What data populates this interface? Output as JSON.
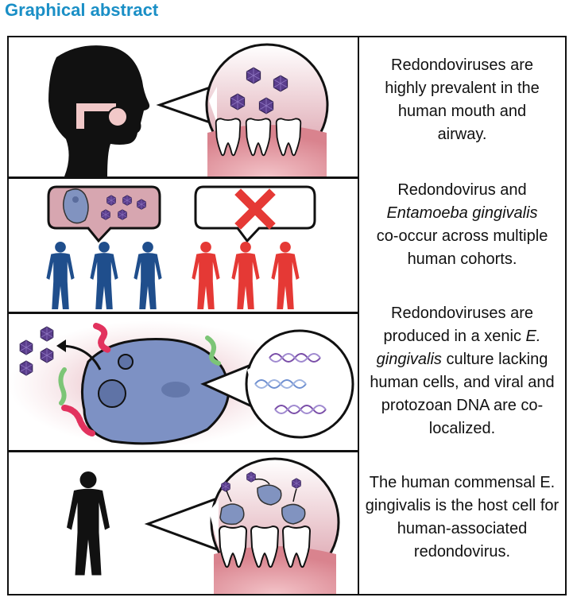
{
  "title": "Graphical abstract",
  "colors": {
    "title_blue": "#1a8fc6",
    "virus_purple": "#5a3d8c",
    "gum_pink": "#e8a0a8",
    "amoeba_blue": "#6f86b8",
    "cohort_blue": "#1f4e8c",
    "cohort_red": "#e53935",
    "bacteria_pink": "#e2325e",
    "bacteria_green": "#7cc576"
  },
  "panels": [
    {
      "text": "Redondoviruses are highly prevalent in the human mouth and airway."
    },
    {
      "text_parts": [
        "Redondovirus and ",
        "Entamoeba gingivalis",
        " co-occur across multiple human cohorts."
      ]
    },
    {
      "text_parts": [
        "Redondoviruses are produced in a xenic ",
        "E. gingivalis",
        " culture lacking human cells, and viral and protozoan DNA are co-localized."
      ]
    },
    {
      "text": "The human commensal E. gingivalis is the host cell for human-associated redondovirus."
    }
  ],
  "icons": [
    "head-silhouette-icon",
    "swab-icon",
    "virus-icon",
    "tooth-icon",
    "human-figure-icon",
    "x-mark-icon",
    "amoeba-icon",
    "dna-icon",
    "bacteria-icon"
  ]
}
